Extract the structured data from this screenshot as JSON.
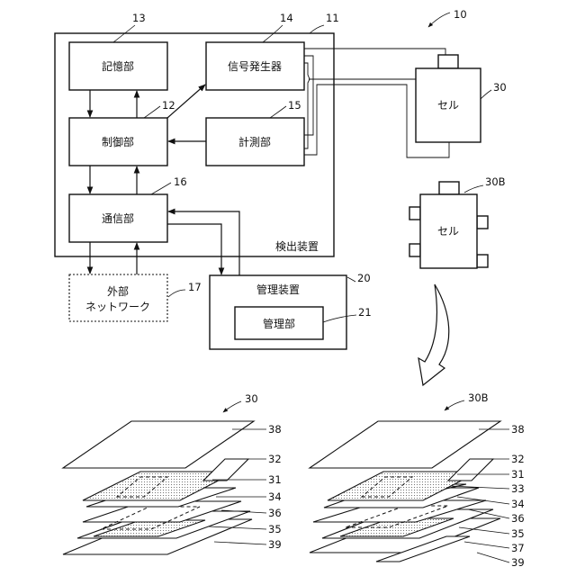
{
  "blocks": {
    "memory": "記憶部",
    "signal_generator": "信号発生器",
    "control": "制御部",
    "measurement": "計測部",
    "communication": "通信部",
    "detection_device": "検出装置",
    "external_network_line1": "外部",
    "external_network_line2": "ネットワーク",
    "management_device": "管理装置",
    "management_unit": "管理部",
    "cell": "セル",
    "cell_b": "セル"
  },
  "refs": {
    "system": "10",
    "detection_device": "11",
    "control": "12",
    "memory": "13",
    "signal_generator": "14",
    "measurement": "15",
    "communication": "16",
    "external_network": "17",
    "management_device": "20",
    "management_unit": "21",
    "cell": "30",
    "cell_b": "30B"
  },
  "stack_left": {
    "title": "30",
    "labels": [
      "38",
      "32",
      "31",
      "34",
      "36",
      "35",
      "39"
    ]
  },
  "stack_right": {
    "title": "30B",
    "labels": [
      "38",
      "32",
      "31",
      "33",
      "34",
      "36",
      "35",
      "37",
      "39"
    ]
  }
}
